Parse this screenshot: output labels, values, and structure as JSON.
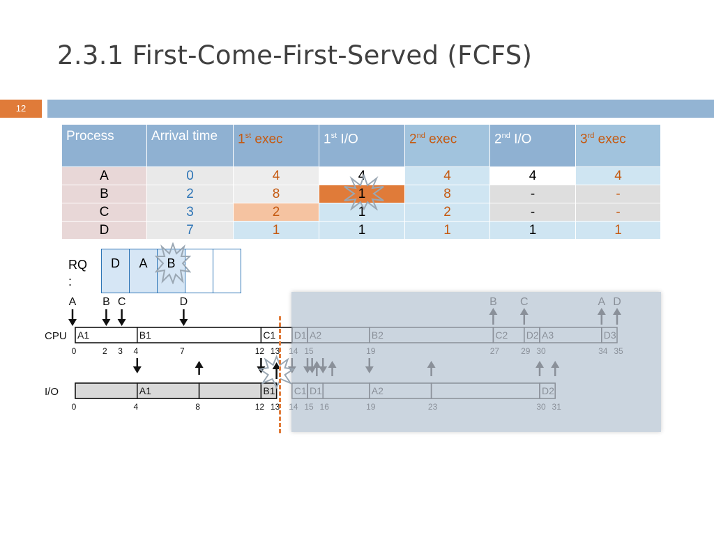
{
  "slide": {
    "title": "2.3.1 First-Come-First-Served (FCFS)",
    "number": "12"
  },
  "table": {
    "headers": {
      "process": "Process",
      "arrival": "Arrival time",
      "exec1": {
        "n": "1",
        "sup": "st",
        "t": "exec"
      },
      "io1": {
        "n": "1",
        "sup": "st",
        "t": "I/O"
      },
      "exec2": {
        "n": "2",
        "sup": "nd",
        "t": "exec"
      },
      "io2": {
        "n": "2",
        "sup": "nd",
        "t": "I/O"
      },
      "exec3": {
        "n": "3",
        "sup": "rd",
        "t": "exec"
      }
    },
    "rows": [
      {
        "process": "A",
        "arrival": "0",
        "exec1": "4",
        "io1": "4",
        "exec2": "4",
        "io2": "4",
        "exec3": "4"
      },
      {
        "process": "B",
        "arrival": "2",
        "exec1": "8",
        "io1": "1",
        "exec2": "8",
        "io2": "-",
        "exec3": "-"
      },
      {
        "process": "C",
        "arrival": "3",
        "exec1": "2",
        "io1": "1",
        "exec2": "2",
        "io2": "-",
        "exec3": "-"
      },
      {
        "process": "D",
        "arrival": "7",
        "exec1": "1",
        "io1": "1",
        "exec2": "1",
        "io2": "1",
        "exec3": "1"
      }
    ]
  },
  "ready_queue": {
    "label": "RQ",
    "colon": ":",
    "slots": [
      "D",
      "A",
      "B",
      "",
      ""
    ]
  },
  "timeline": {
    "cpu_label": "CPU",
    "io_label": "I/O",
    "arrivals": [
      {
        "label": "A",
        "t": 0
      },
      {
        "label": "B",
        "t": 2
      },
      {
        "label": "C",
        "t": 3
      },
      {
        "label": "D",
        "t": 7
      }
    ],
    "future_arrivals": [
      {
        "label": "B",
        "t": 27
      },
      {
        "label": "C",
        "t": 29
      },
      {
        "label": "A",
        "t": 34
      },
      {
        "label": "D",
        "t": 35
      }
    ],
    "cpu_segments": [
      {
        "label": "A1",
        "start": 0,
        "end": 4
      },
      {
        "label": "B1",
        "start": 4,
        "end": 12
      },
      {
        "label": "C1",
        "start": 12,
        "end": 14
      }
    ],
    "cpu_future_segments": [
      {
        "label": "D1",
        "start": 14,
        "end": 15
      },
      {
        "label": "A2",
        "start": 15,
        "end": 19
      },
      {
        "label": "B2",
        "start": 19,
        "end": 27
      },
      {
        "label": "C2",
        "start": 27,
        "end": 29
      },
      {
        "label": "D2",
        "start": 29,
        "end": 30
      },
      {
        "label": "A3",
        "start": 30,
        "end": 34
      },
      {
        "label": "D3",
        "start": 34,
        "end": 35
      }
    ],
    "cpu_ticks": [
      "0",
      "2",
      "3",
      "4",
      "7",
      "12",
      "13"
    ],
    "cpu_future_ticks": [
      "14",
      "15",
      "19",
      "27",
      "29",
      "30",
      "34",
      "35"
    ],
    "io_segments": [
      {
        "label": "",
        "start": 0,
        "end": 4
      },
      {
        "label": "A1",
        "start": 4,
        "end": 8
      },
      {
        "label": "",
        "start": 8,
        "end": 12
      },
      {
        "label": "B1",
        "start": 12,
        "end": 13
      }
    ],
    "io_future_segments": [
      {
        "label": "C1",
        "start": 14,
        "end": 15
      },
      {
        "label": "D1",
        "start": 15,
        "end": 16
      },
      {
        "label": "",
        "start": 16,
        "end": 19
      },
      {
        "label": "A2",
        "start": 19,
        "end": 23
      },
      {
        "label": "",
        "start": 23,
        "end": 30
      },
      {
        "label": "D2",
        "start": 30,
        "end": 31
      }
    ],
    "io_ticks": [
      "0",
      "4",
      "8",
      "12",
      "13"
    ],
    "io_future_ticks": [
      "14",
      "15",
      "16",
      "19",
      "23",
      "30",
      "31"
    ],
    "current_time": 13
  },
  "colors": {
    "accent_orange": "#e07b39",
    "header_blue": "#8fb1d2",
    "bar_blue": "#93b4d3"
  }
}
